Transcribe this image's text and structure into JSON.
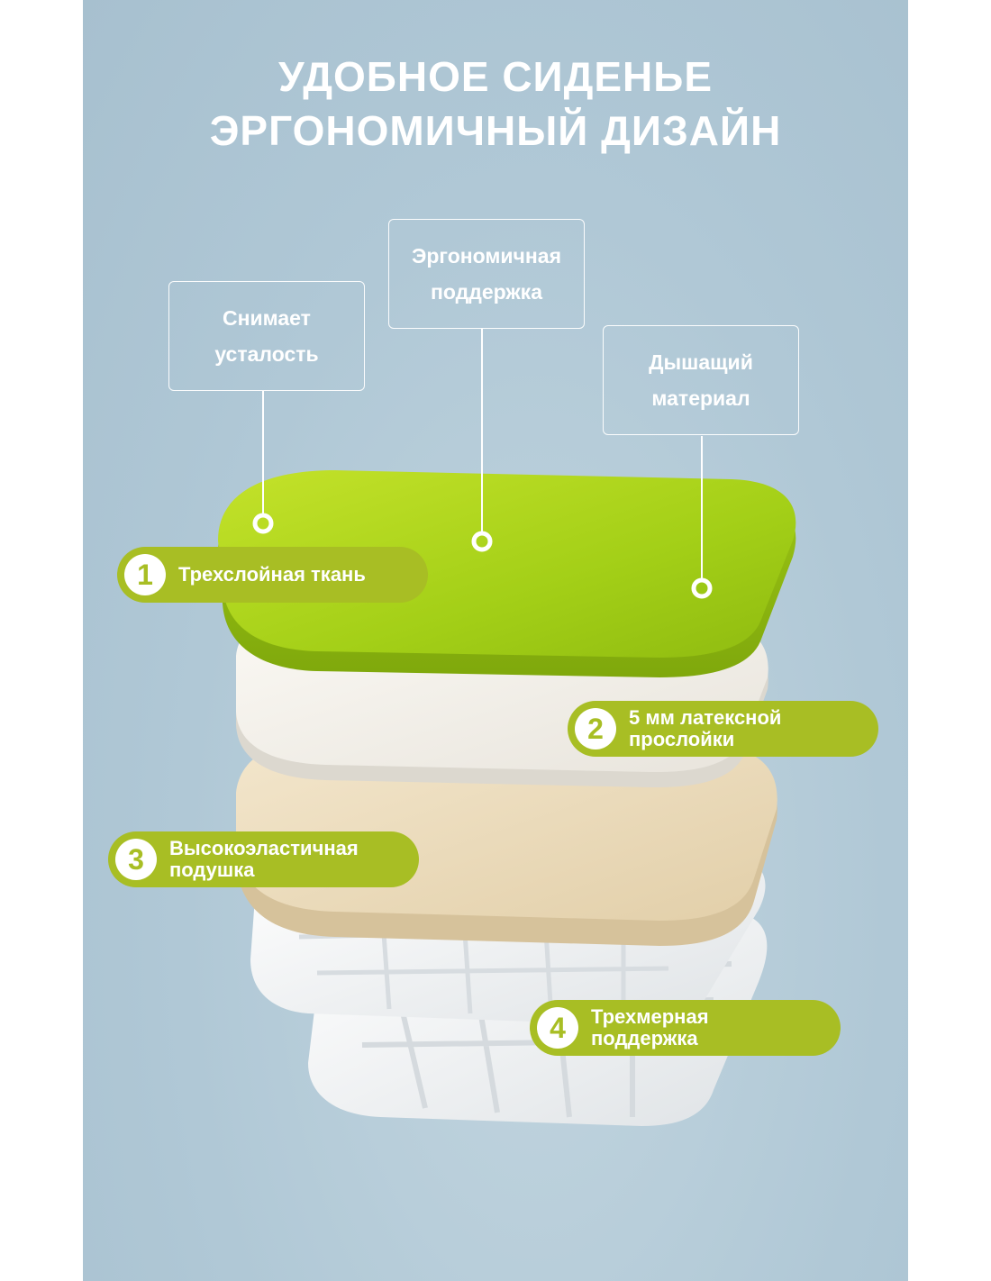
{
  "header": {
    "title_line1": "УДОБНОЕ СИДЕНЬЕ",
    "title_line2": "ЭРГОНОМИЧНЫЙ ДИЗАЙН"
  },
  "callouts": [
    {
      "line1": "Снимает",
      "line2": "усталость"
    },
    {
      "line1": "Эргономичная",
      "line2": "поддержка"
    },
    {
      "line1": "Дышащий",
      "line2": "материал"
    }
  ],
  "layers": [
    {
      "number": "1",
      "line1": "Трехслойная ткань",
      "line2": ""
    },
    {
      "number": "2",
      "line1": "5 мм латексной",
      "line2": "прослойки"
    },
    {
      "number": "3",
      "line1": "Высокоэластичная",
      "line2": "подушка"
    },
    {
      "number": "4",
      "line1": "Трехмерная",
      "line2": "поддержка"
    }
  ],
  "colors": {
    "background": "#b0c8d6",
    "accent_green": "#a8be24",
    "fabric_green": "#a6d11c",
    "latex": "#f3f0ea",
    "foam": "#ecdcc0",
    "base": "#f4f5f6"
  }
}
